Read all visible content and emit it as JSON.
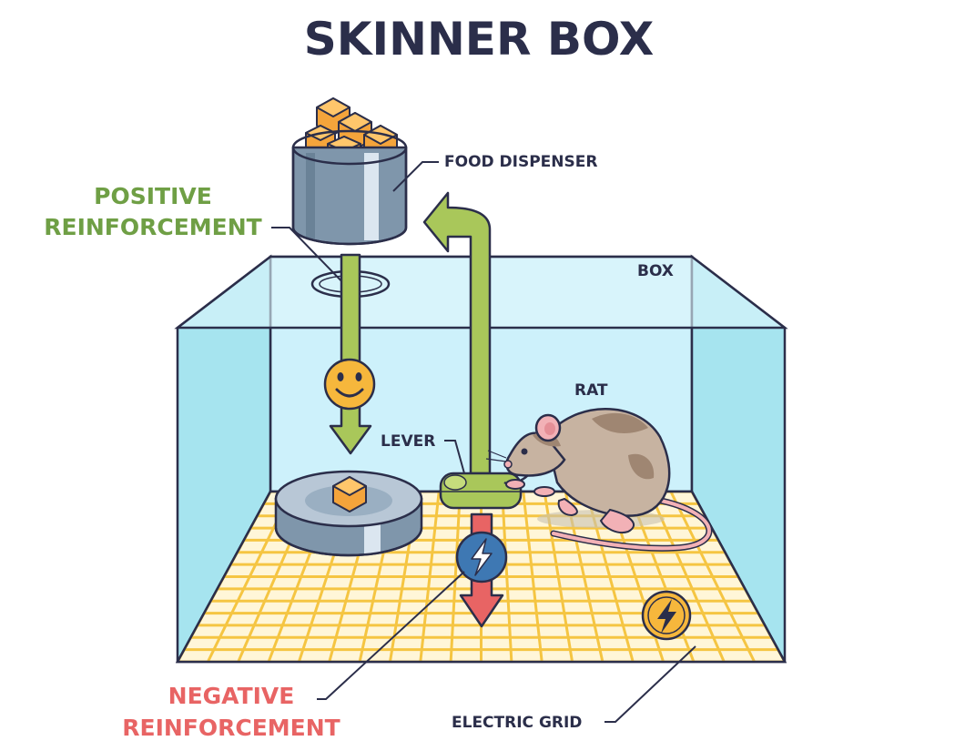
{
  "title": "SKINNER BOX",
  "labels": {
    "food_dispenser": "FOOD DISPENSER",
    "positive_line1": "POSITIVE",
    "positive_line2": "REINFORCEMENT",
    "box": "BOX",
    "rat": "RAT",
    "lever": "LEVER",
    "negative_line1": "NEGATIVE",
    "negative_line2": "REINFORCEMENT",
    "electric_grid": "ELECTRIC GRID"
  },
  "colors": {
    "title": "#2b2e4a",
    "label_dark": "#2b2e4a",
    "positive": "#6f9f45",
    "negative": "#e86464",
    "glass_back": "#cdf1fb",
    "glass_side": "#a6e4ef",
    "grid_line": "#f5c542",
    "grid_bg": "#fff6d8",
    "arrow_green": "#a9c75a",
    "arrow_red": "#e86464",
    "metal": "#7f96ab",
    "food": "#f4a43b",
    "rat": "#c7b3a1",
    "rat_pink": "#f2b1b6",
    "smiley": "#f6b73c",
    "bolt_blue": "#3e78b3"
  },
  "icons": [
    "smiley-face-icon",
    "lightning-bolt-icon"
  ]
}
